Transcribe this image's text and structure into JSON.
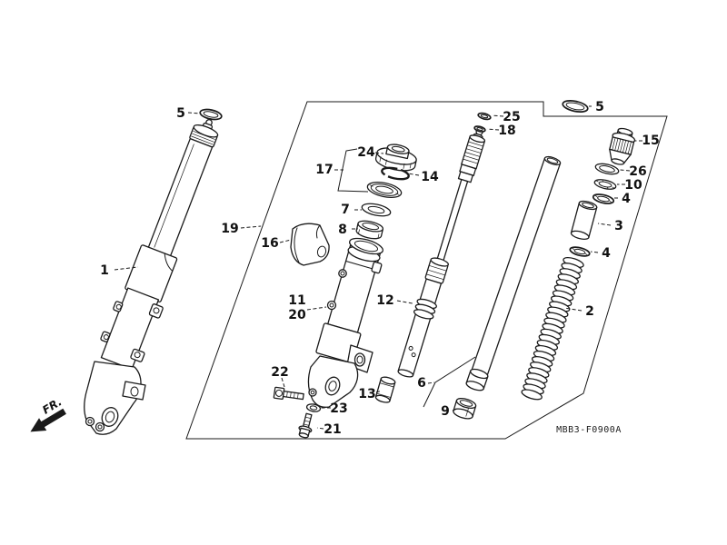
{
  "diagram": {
    "code": "MBB3-F0900A",
    "direction_label": "FR.",
    "background": "#ffffff",
    "line_color": "#1a1a1a"
  },
  "callouts": {
    "c1": "1",
    "c2": "2",
    "c3": "3",
    "c4a": "4",
    "c4b": "4",
    "c5a": "5",
    "c5b": "5",
    "c6": "6",
    "c7": "7",
    "c8": "8",
    "c9": "9",
    "c10": "10",
    "c11": "11",
    "c12": "12",
    "c13": "13",
    "c14": "14",
    "c15": "15",
    "c16": "16",
    "c17": "17",
    "c18": "18",
    "c19": "19",
    "c20": "20",
    "c21": "21",
    "c22": "22",
    "c23": "23",
    "c24": "24",
    "c25": "25",
    "c26": "26"
  }
}
